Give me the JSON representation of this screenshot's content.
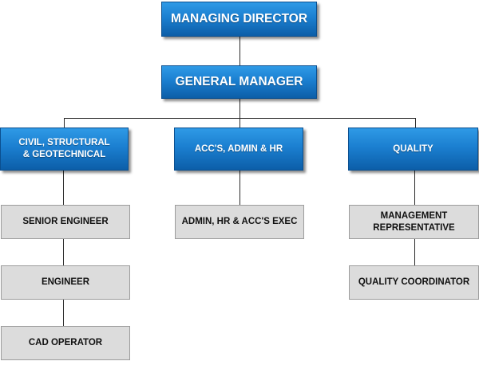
{
  "org_chart": {
    "top": {
      "label": "MANAGING DIRECTOR"
    },
    "second": {
      "label": "GENERAL MANAGER"
    },
    "departments": [
      {
        "label": "CIVIL, STRUCTURAL\n& GEOTECHNICAL",
        "staff": [
          "SENIOR ENGINEER",
          "ENGINEER",
          "CAD OPERATOR"
        ]
      },
      {
        "label": "ACC'S, ADMIN & HR",
        "staff": [
          "ADMIN, HR & ACC'S EXEC"
        ]
      },
      {
        "label": "QUALITY",
        "staff": [
          "MANAGEMENT\nREPRESENTATIVE",
          "QUALITY COORDINATOR"
        ]
      }
    ]
  },
  "colors": {
    "blue_box_top": "#2f9ae6",
    "blue_box_bottom": "#0c5ea8",
    "gray_box": "#dcdcdc",
    "connector": "#2a2a2a"
  }
}
